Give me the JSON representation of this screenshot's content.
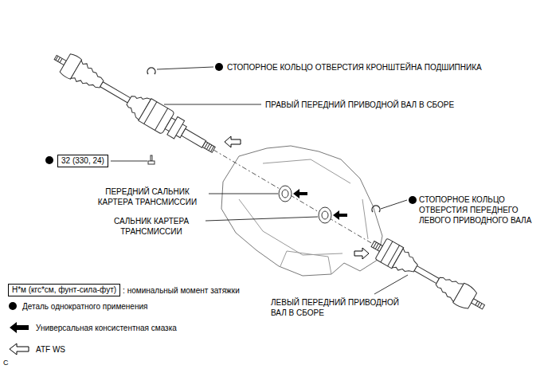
{
  "diagram": {
    "nodes": [
      {
        "text": [
          "32 (330, 24)"
        ]
      },
      {
        "text": [
          "Н*м (кгс*см, фунт-сила-фут)"
        ]
      }
    ],
    "labels": [
      "СТОПОРНОЕ КОЛЬЦО ОТВЕРСТИЯ КРОНШТЕЙНА ПОДШИПНИКА",
      "ПРАВЫЙ ПЕРЕДНИЙ ПРИВОДНОЙ ВАЛ В СБОРЕ",
      "ПЕРЕДНИЙ САЛЬНИК КАРТЕРА ТРАНСМИССИИ",
      "САЛЬНИК КАРТЕРА ТРАНСМИССИИ",
      "СТОПОРНОЕ КОЛЬЦО ОТВЕРСТИЯ ПЕРЕДНЕГО ЛЕВОГО ПРИВОДНОГО ВАЛА",
      "ЛЕВЫЙ ПЕРЕДНИЙ ПРИВОДНОЙ ВАЛ В СБОРЕ",
      "C"
    ],
    "legend": [
      {
        "text": ": номинальный момент затяжки"
      },
      {
        "text": "Деталь однократного применения"
      },
      {
        "text": "Универсальная консистентная смазка"
      },
      {
        "text": "ATF WS"
      }
    ]
  }
}
